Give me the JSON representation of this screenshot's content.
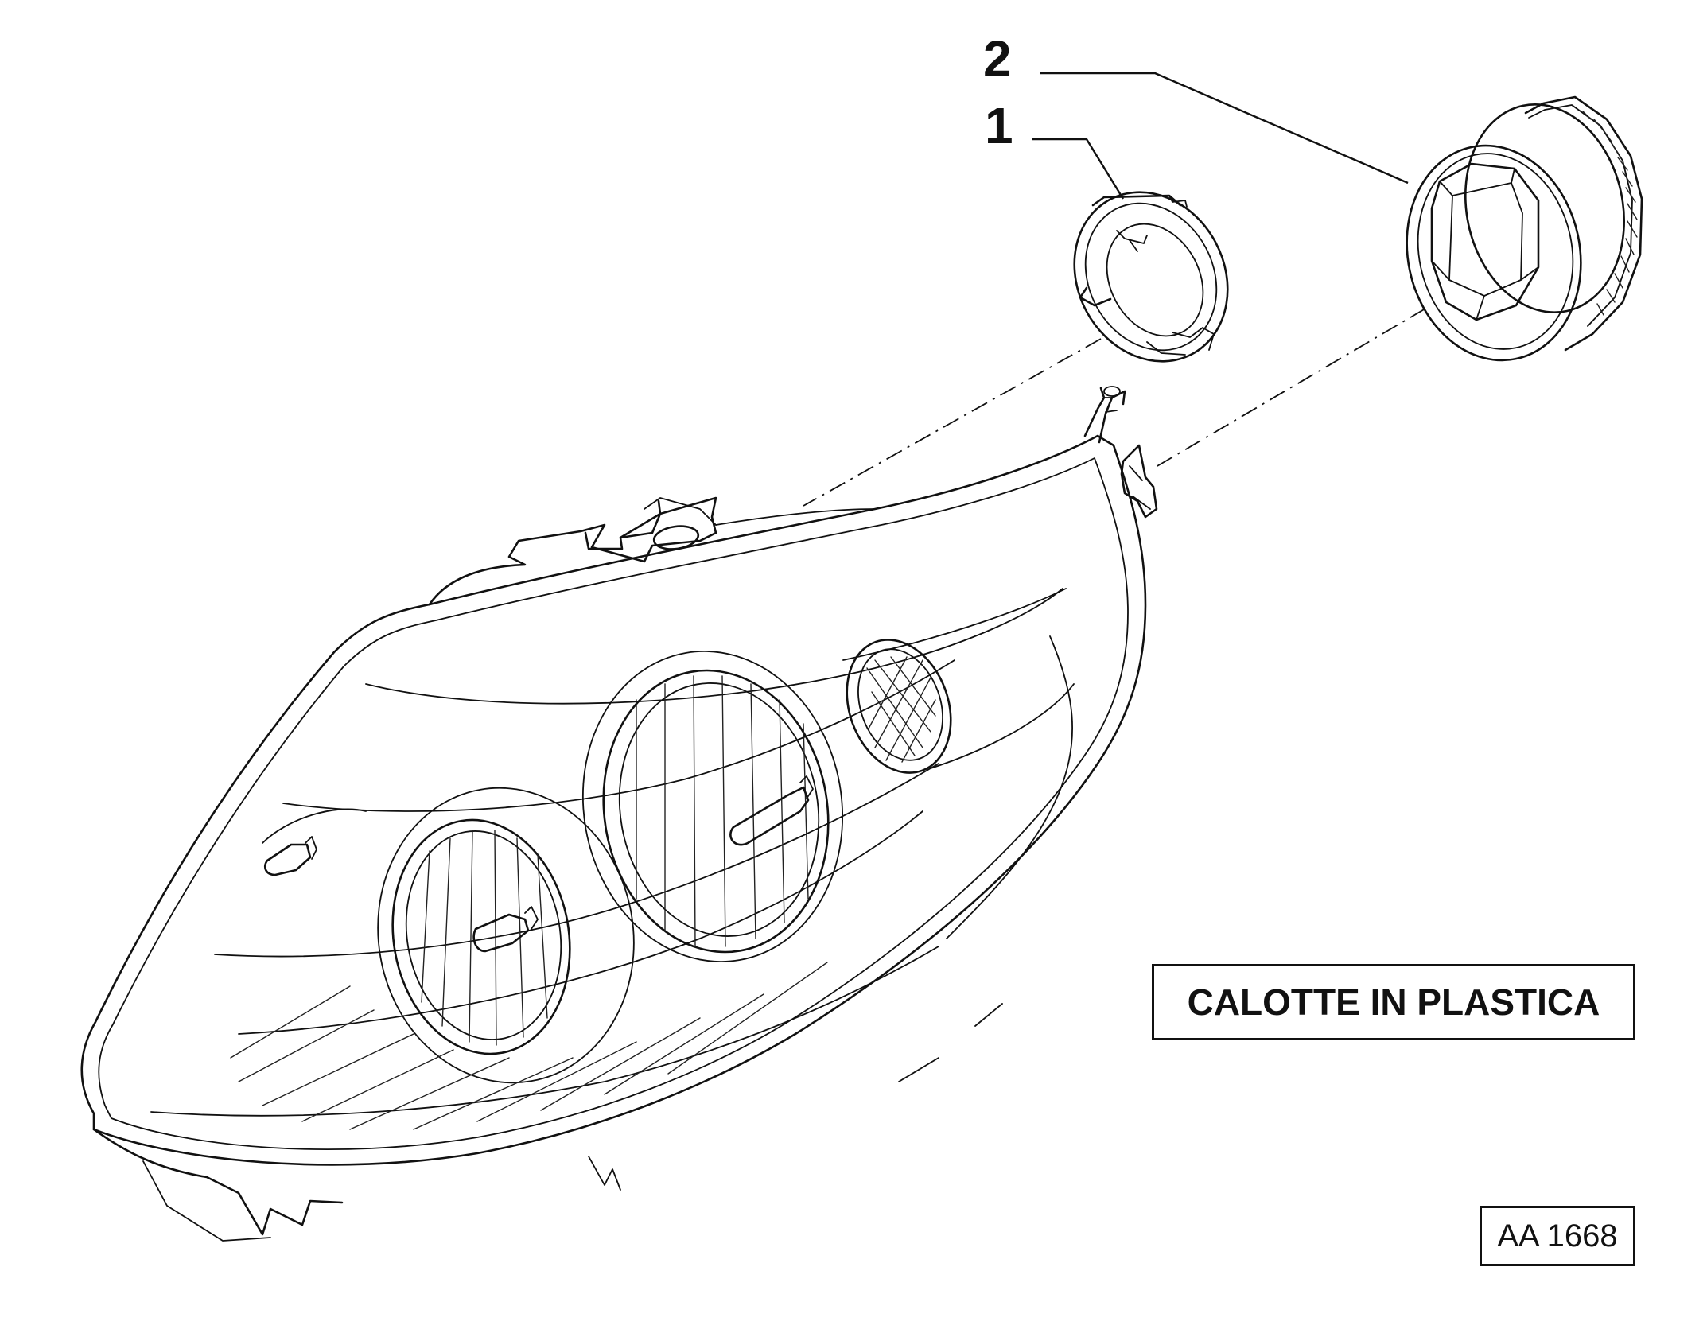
{
  "callouts": [
    {
      "id": "1",
      "label": "1"
    },
    {
      "id": "2",
      "label": "2"
    }
  ],
  "note": "CALOTTE IN PLASTICA",
  "drawing_code": "AA 1668"
}
